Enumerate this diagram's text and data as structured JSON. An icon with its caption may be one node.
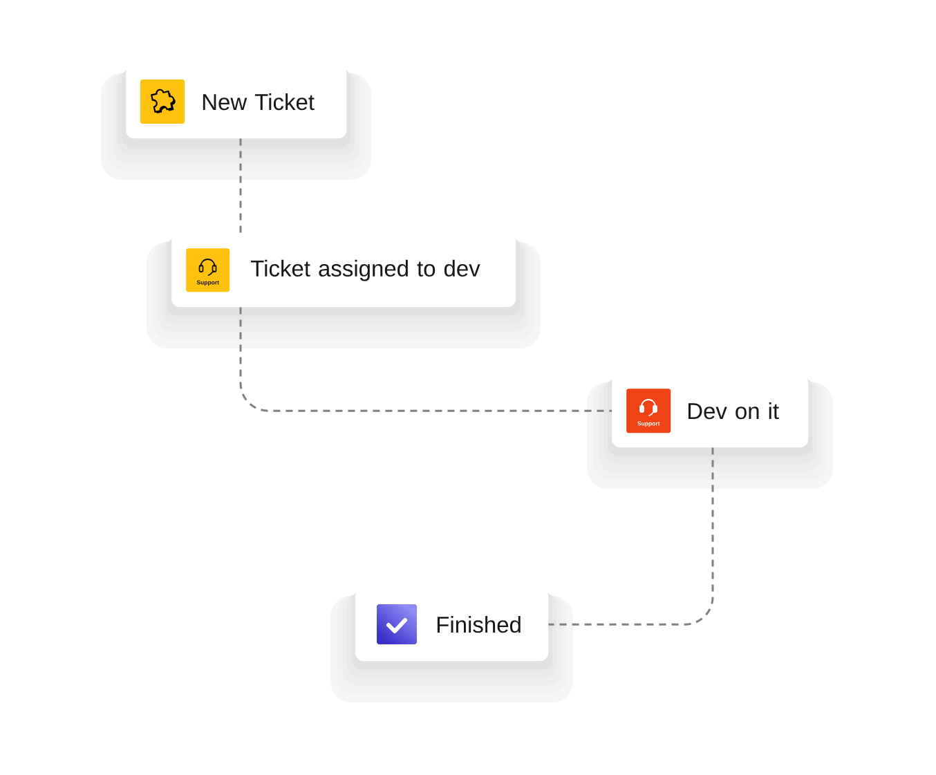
{
  "diagram": {
    "nodes": [
      {
        "text": [
          "New Ticket"
        ]
      },
      {
        "text": [
          "Ticket assigned to dev"
        ]
      },
      {
        "text": [
          "Support"
        ],
        "in": 1
      },
      {
        "text": [
          "Dev on it"
        ]
      },
      {
        "text": [
          "Support"
        ],
        "in": 3
      },
      {
        "text": [
          "Finished"
        ]
      }
    ],
    "edges": [
      {
        "from": 0,
        "to": 1,
        "arrow": "none",
        "style": "dashed"
      },
      {
        "from": 1,
        "to": 3,
        "arrow": "none",
        "style": "dashed"
      },
      {
        "from": 3,
        "to": 5,
        "arrow": "none",
        "style": "dashed"
      }
    ]
  }
}
